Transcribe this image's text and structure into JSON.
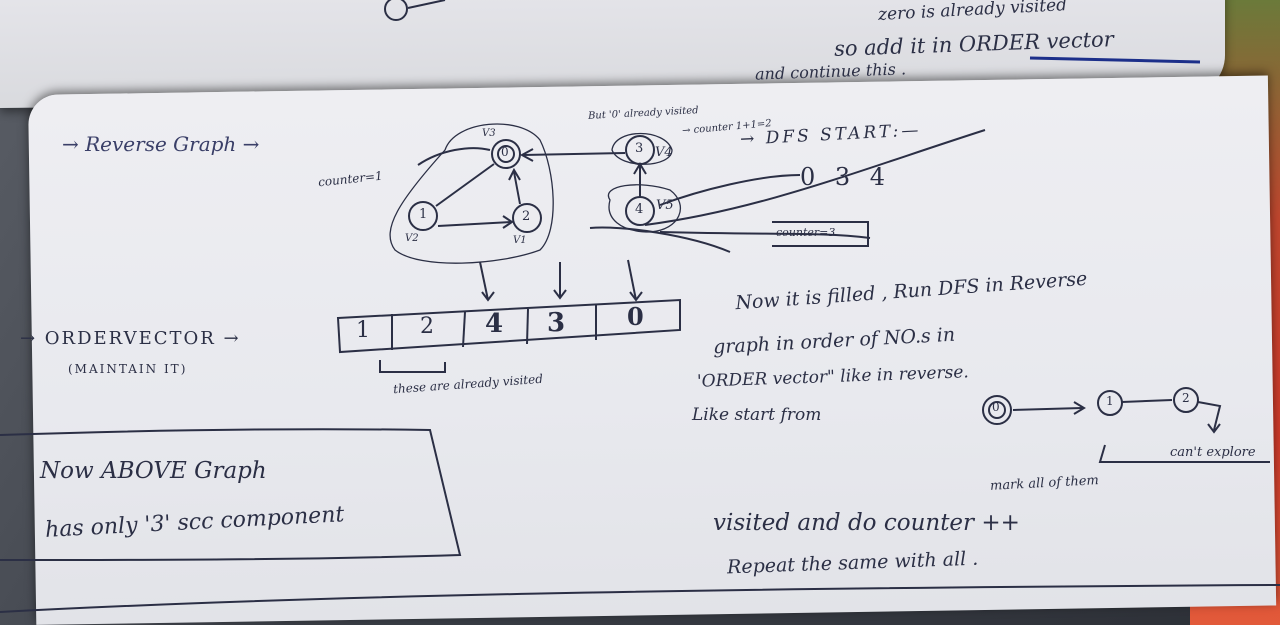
{
  "top_note": {
    "line1": "zero is already visited",
    "line2": "so add it in ORDER vector",
    "line3": "and continue this ."
  },
  "reverse_graph": {
    "label": "→ Reverse Graph →",
    "counter_left": "counter=1",
    "note_top": "But '0' already visited",
    "counter_mid": "→ counter 1+1=2",
    "dfs_start": "→ DFS START:—",
    "sequence": "0 3 4",
    "counter_right": "counter=3",
    "nodes": [
      {
        "id": "0",
        "tag": "V3"
      },
      {
        "id": "1",
        "tag": "V2"
      },
      {
        "id": "2",
        "tag": "V1"
      },
      {
        "id": "3",
        "tag": "V4"
      },
      {
        "id": "4",
        "tag": "V5"
      }
    ]
  },
  "order_vector": {
    "label": "→ ORDERVECTOR →",
    "sub": "(MAINTAIN IT)",
    "cells": [
      "1",
      "2",
      "4",
      "3",
      "0"
    ],
    "note": "these are already visited"
  },
  "explanation": {
    "l1": "Now it is filled , Run DFS in Reverse",
    "l2": "graph in order of NO.s in",
    "l3": "'ORDER vector\" like in reverse.",
    "l4": "Like start from",
    "chain": [
      "0",
      "1",
      "2"
    ],
    "cant_explore": "can't explore",
    "mark": "mark all of them",
    "l5": "visited and do counter ++",
    "l6": "Repeat the same with all ."
  },
  "box": {
    "l1": "Now ABOVE Graph",
    "l2": "has only '3' scc component"
  }
}
